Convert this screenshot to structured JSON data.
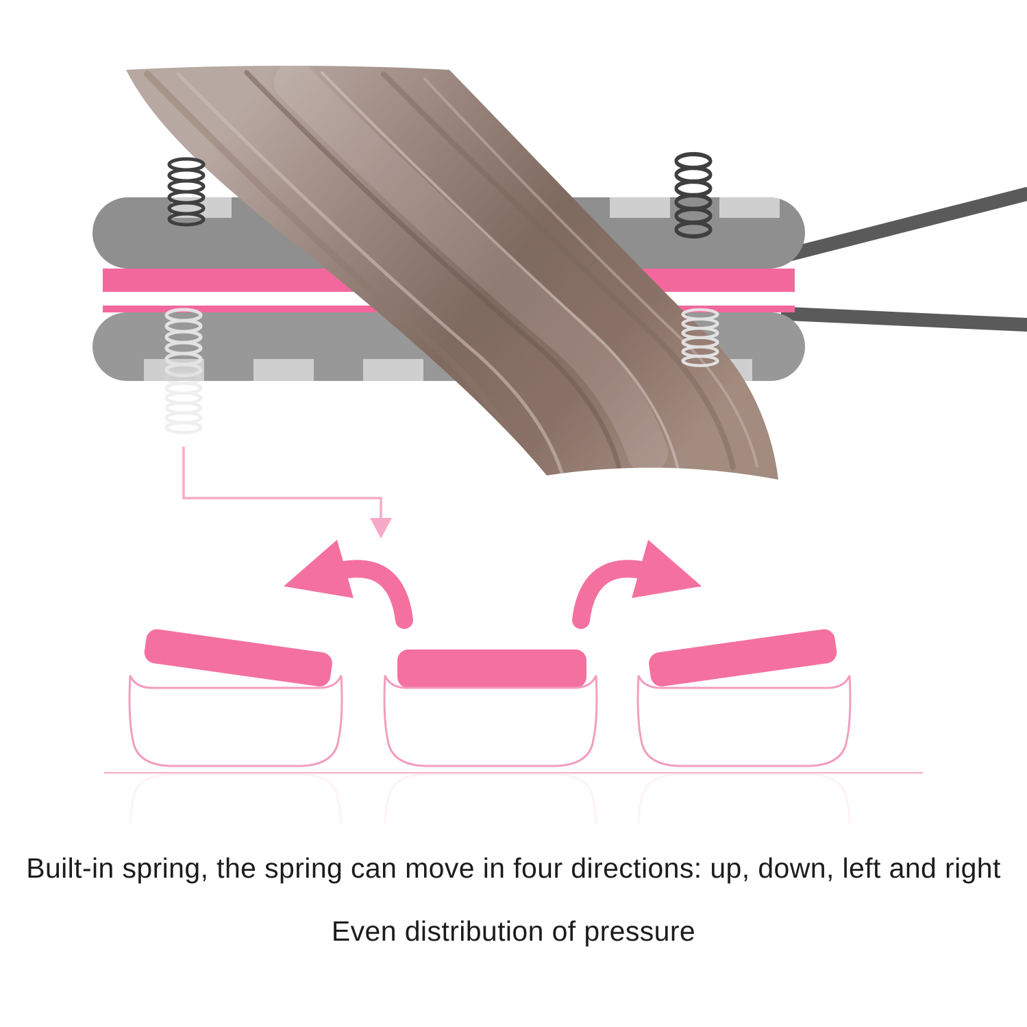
{
  "page": {
    "type": "product-feature-illustration",
    "background": "#ffffff"
  },
  "caption": {
    "line_1": "Built-in spring, the spring can move in four directions: up, down, left and right",
    "line_2": "Even distribution of pressure"
  },
  "colors": {
    "accent_pink": "#f4719f",
    "plate_pink": "#f2689c",
    "soft_pink_outline": "#f29ebe",
    "pale_pink_connector": "#f6aac7",
    "pale_pink_line": "#f3b6cd",
    "plate_gray": "#8f8f8f",
    "plate_gray_bottom": "#989898",
    "vent_gray": "#cfcfcf",
    "handle_gray": "#5a5a5a",
    "spring_dark": "#3f3f3f",
    "spring_light": "#e6e6e6",
    "hair_light": "#b7a8a1",
    "hair_dark": "#7f6a60",
    "text": "#1c1c1c"
  },
  "icons": {
    "spring": "coil-spring",
    "tilt_arrow_left": "curved-arrow-counterclockwise",
    "tilt_arrow_right": "curved-arrow-clockwise",
    "pointer": "elbow-connector-with-down-arrow"
  }
}
